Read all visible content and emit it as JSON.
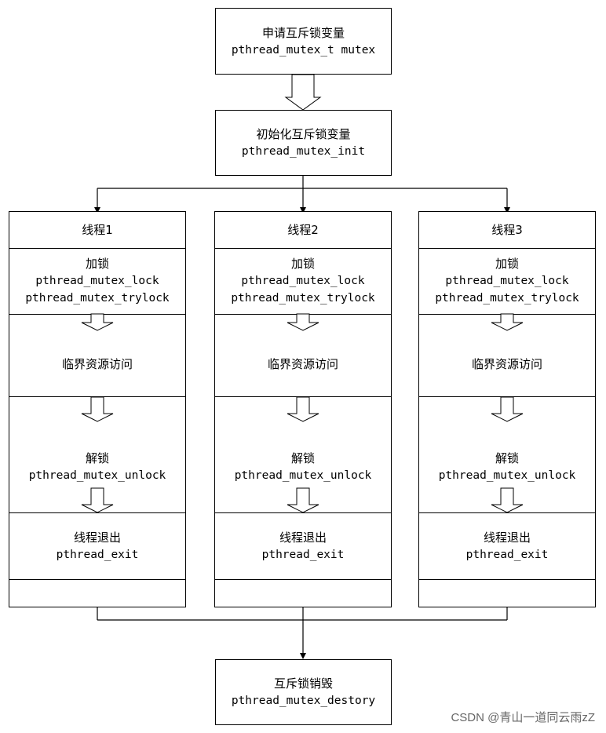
{
  "init_request": {
    "title": "申请互斥锁变量",
    "code": "pthread_mutex_t mutex"
  },
  "init_mutex": {
    "title": "初始化互斥锁变量",
    "code": "pthread_mutex_init"
  },
  "threads": [
    {
      "name": "线程1",
      "lock": {
        "title": "加锁",
        "code1": "pthread_mutex_lock",
        "code2": "pthread_mutex_trylock"
      },
      "critical": "临界资源访问",
      "unlock": {
        "title": "解锁",
        "code": "pthread_mutex_unlock"
      },
      "exit": {
        "title": "线程退出",
        "code": "pthread_exit"
      }
    },
    {
      "name": "线程2",
      "lock": {
        "title": "加锁",
        "code1": "pthread_mutex_lock",
        "code2": "pthread_mutex_trylock"
      },
      "critical": "临界资源访问",
      "unlock": {
        "title": "解锁",
        "code": "pthread_mutex_unlock"
      },
      "exit": {
        "title": "线程退出",
        "code": "pthread_exit"
      }
    },
    {
      "name": "线程3",
      "lock": {
        "title": "加锁",
        "code1": "pthread_mutex_lock",
        "code2": "pthread_mutex_trylock"
      },
      "critical": "临界资源访问",
      "unlock": {
        "title": "解锁",
        "code": "pthread_mutex_unlock"
      },
      "exit": {
        "title": "线程退出",
        "code": "pthread_exit"
      }
    }
  ],
  "destroy": {
    "title": "互斥锁销毁",
    "code": "pthread_mutex_destory"
  },
  "watermark": "CSDN @青山一道同云雨zZ"
}
